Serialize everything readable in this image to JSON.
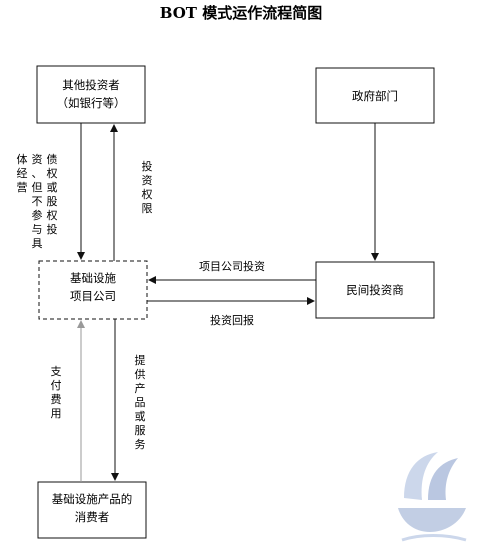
{
  "title": "BOT 模式运作流程简图",
  "nodes": {
    "investors": {
      "lines": [
        "其他投资者",
        "（如银行等）"
      ]
    },
    "government": {
      "lines": [
        "政府部门"
      ]
    },
    "company": {
      "lines": [
        "基础设施",
        "项目公司"
      ]
    },
    "private_investor": {
      "lines": [
        "民间投资商"
      ]
    },
    "consumers": {
      "lines": [
        "基础设施产品的",
        "消费者"
      ]
    }
  },
  "edges": {
    "debt_equity": {
      "label_cols": [
        "债",
        "权",
        "或",
        "股",
        "权",
        "投"
      ],
      "label_cols_2": [
        "资",
        "、",
        "但",
        "不",
        "参",
        "与",
        "具"
      ],
      "label_cols_3": [
        "体",
        "经",
        "营"
      ]
    },
    "invest_rights": {
      "label": [
        "投",
        "资",
        "权",
        "限"
      ]
    },
    "project_investment": {
      "label": "项目公司投资"
    },
    "investment_return": {
      "label": "投资回报"
    },
    "pay_fees": {
      "label": [
        "支",
        "付",
        "费",
        "用"
      ]
    },
    "provide_products": {
      "label": [
        "提",
        "供",
        "产",
        "品",
        "或",
        "服",
        "务"
      ]
    }
  },
  "icons": {
    "logo": "stylized-ship-logo",
    "logo_color": "#b8c6e0"
  }
}
